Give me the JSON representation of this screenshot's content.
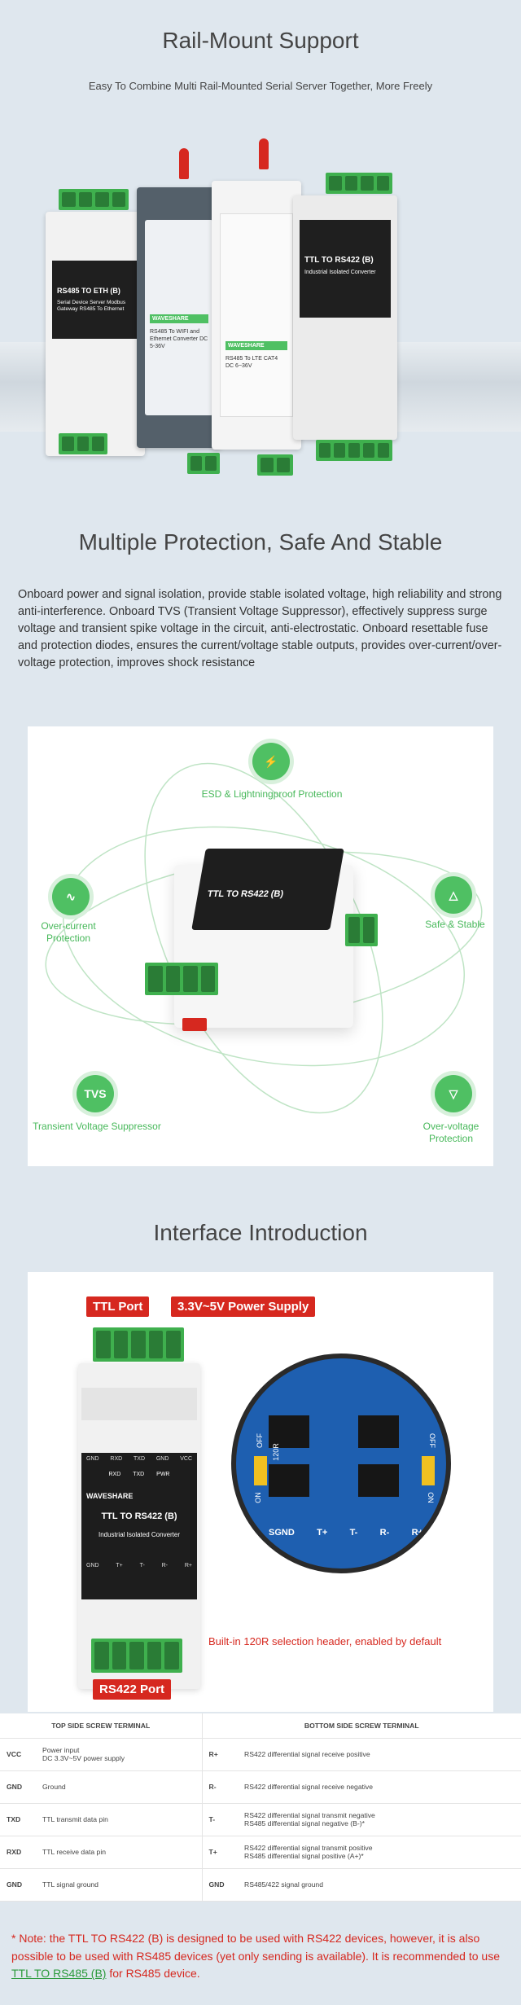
{
  "rail": {
    "title": "Rail-Mount Support",
    "subtitle": "Easy To Combine Multi Rail-Mounted Serial Server Together, More Freely",
    "devices": [
      {
        "brand": "RS485 TO ETH (B)",
        "desc": "Serial Device Server Modbus Gateway RS485 To Ethernet"
      },
      {
        "brand": "WAVESHARE",
        "desc": "RS485 To WIFI and Ethernet Converter DC 5-36V"
      },
      {
        "brand": "WAVESHARE",
        "desc": "RS485 To LTE CAT4 DC 6~36V"
      },
      {
        "brand": "TTL TO RS422 (B)",
        "desc": "Industrial Isolated Converter"
      }
    ]
  },
  "protection": {
    "title": "Multiple Protection, Safe And Stable",
    "paragraph": "Onboard power and signal isolation, provide stable isolated voltage, high reliability and strong anti-interference. Onboard TVS (Transient Voltage Suppressor), effectively suppress surge voltage and transient spike voltage in the circuit, anti-electrostatic. Onboard resettable fuse and protection diodes, ensures the current/voltage stable outputs, provides over-current/over-voltage protection, improves shock resistance",
    "features": {
      "esd": "ESD & Lightningproof Protection",
      "over_current": "Over-current Protection",
      "safe": "Safe & Stable",
      "tvs_badge": "TVS",
      "tvs": "Transient Voltage Suppressor",
      "over_voltage": "Over-voltage Protection"
    },
    "device_label": "TTL TO RS422 (B)"
  },
  "interface": {
    "title": "Interface Introduction",
    "tag_ttl": "TTL Port",
    "tag_power": "3.3V~5V Power Supply",
    "tag_rs422": "RS422 Port",
    "builtin": "Built-in 120R selection header, enabled by default",
    "pin_top": [
      "GND",
      "RXD",
      "TXD",
      "GND",
      "VCC"
    ],
    "leds": [
      "RXD",
      "TXD",
      "PWR"
    ],
    "pin_bottom": [
      "GND",
      "T+",
      "T-",
      "R-",
      "R+"
    ],
    "device_brand": "WAVESHARE",
    "device_name": "TTL TO RS422 (B)",
    "device_desc": "Industrial Isolated Converter",
    "board_labels": [
      "SGND",
      "T+",
      "T-",
      "R-",
      "R+"
    ],
    "board_switch": "120R",
    "board_on": "ON",
    "board_off": "OFF"
  },
  "table": {
    "head_left": "TOP SIDE SCREW TERMINAL",
    "head_right": "BOTTOM SIDE SCREW TERMINAL",
    "rows": [
      {
        "lp": "VCC",
        "ld": "Power input\nDC 3.3V~5V power supply",
        "rp": "R+",
        "rd": "RS422 differential signal receive positive"
      },
      {
        "lp": "GND",
        "ld": "Ground",
        "rp": "R-",
        "rd": "RS422 differential signal receive negative"
      },
      {
        "lp": "TXD",
        "ld": "TTL transmit data pin",
        "rp": "T-",
        "rd": "RS422 differential signal transmit negative\nRS485 differential signal negative (B-)*"
      },
      {
        "lp": "RXD",
        "ld": "TTL receive data pin",
        "rp": "T+",
        "rd": "RS422 differential signal transmit positive\nRS485 differential signal positive (A+)*"
      },
      {
        "lp": "GND",
        "ld": "TTL signal ground",
        "rp": "GND",
        "rd": "RS485/422 signal ground"
      }
    ]
  },
  "note": {
    "text1": "* Note: the TTL TO RS422 (B) is designed to be used with RS422 devices, however, it is also possible to be used with RS485 devices (yet only sending is available). It is recommended to use ",
    "link": "TTL TO RS485 (B)",
    "text2": " for RS485 device."
  },
  "colors": {
    "accent_green": "#4fc063",
    "accent_red": "#d6281f",
    "terminal_green": "#3fb04e",
    "background": "#dfe7ee"
  }
}
